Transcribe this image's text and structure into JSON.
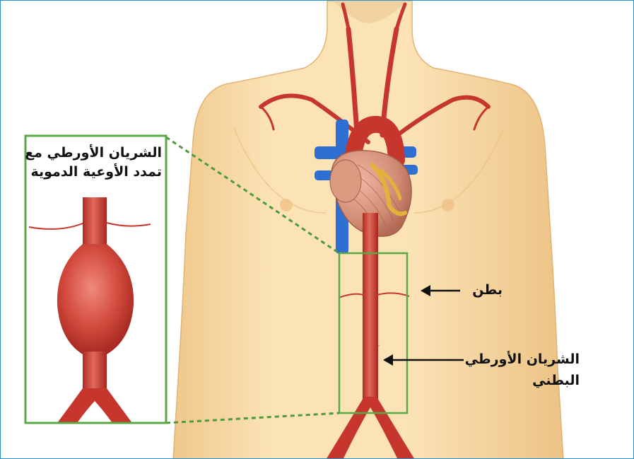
{
  "labels": {
    "inset_title_line1": "الشريان الأورطي مع",
    "inset_title_line2": "تمدد الأوعية الدموية",
    "abdomen": "بطن",
    "abdominal_aorta_line1": "الشريان الأورطي",
    "abdominal_aorta_line2": "البطني"
  },
  "colors": {
    "frame_border": "#2c8fc9",
    "skin": "#f6d9a4",
    "skin_shadow": "#e9bf80",
    "artery": "#c6362c",
    "artery_light": "#e8766a",
    "vein": "#2f6fd1",
    "inset_border": "#5aa847",
    "callout_line": "#4e9a3c",
    "heart": "#cf8a73",
    "fat": "#e2b23a"
  },
  "icons": [
    "arrow-left-icon",
    "arrow-left-icon"
  ]
}
